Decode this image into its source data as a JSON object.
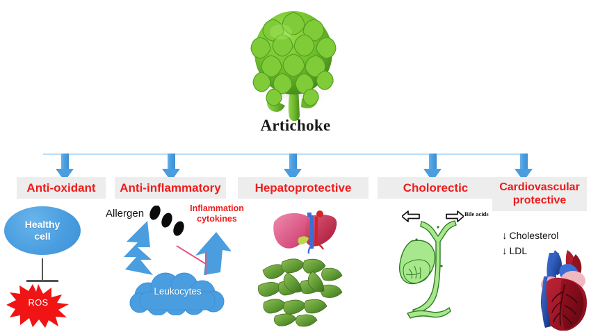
{
  "figure": {
    "title": "Artichoke",
    "subject_icon": "artichoke-icon"
  },
  "branches": [
    {
      "id": "anti-oxidant",
      "label": "Anti-oxidant",
      "arrow_icon": "down-arrow-icon"
    },
    {
      "id": "anti-inflammatory",
      "label": "Anti-inflammatory",
      "arrow_icon": "down-arrow-icon"
    },
    {
      "id": "hepatoprotective",
      "label": "Hepatoprotective",
      "arrow_icon": "down-arrow-icon"
    },
    {
      "id": "cholorectic",
      "label": "Cholorectic",
      "arrow_icon": "down-arrow-icon"
    },
    {
      "id": "cardiovascular-protective",
      "label": "Cardiovascular protective",
      "arrow_icon": "down-arrow-icon"
    }
  ],
  "antioxidant_panel": {
    "cell_label": "Healthy\ncell",
    "cell_label_line1": "Healthy",
    "cell_label_line2": "cell",
    "inhibition_icon": "inhibition-bar-icon",
    "ros_label": "ROS",
    "ros_icon": "starburst-icon"
  },
  "antiinflammatory_panel": {
    "allergen_label": "Allergen",
    "allergen_particles_icon": "black-ellipse-particles-icon",
    "lightning_icon": "lightning-bolt-icon",
    "cytokines_label_line1": "Inflammation",
    "cytokines_label_line2": "cytokines",
    "up_arrow_icon": "up-arrow-icon",
    "inhibition_icon": "red-inhibition-line-icon",
    "leukocytes_label": "Leukocytes",
    "cloud_icon": "cloud-icon"
  },
  "hepatoprotective_panel": {
    "liver_icon": "liver-icon",
    "leaves_icon": "artichoke-leaves-icon"
  },
  "cholorectic_panel": {
    "gallbladder_icon": "gallbladder-bile-duct-icon",
    "bile_acids_label": "Bile acids",
    "arrow_left_icon": "outline-arrow-left-icon",
    "arrow_right_icon": "outline-arrow-right-icon"
  },
  "cardiovascular_panel": {
    "stat1_arrow": "↓",
    "stat1_label": "Cholesterol",
    "stat2_arrow": "↓",
    "stat2_label": "LDL",
    "heart_icon": "heart-icon"
  },
  "colors": {
    "accent_blue": "#4a9ee0",
    "label_red": "#ee1c1c",
    "box_gray": "#ededed",
    "ros_red": "#f01414",
    "leaf_green": "#6fae3e"
  }
}
